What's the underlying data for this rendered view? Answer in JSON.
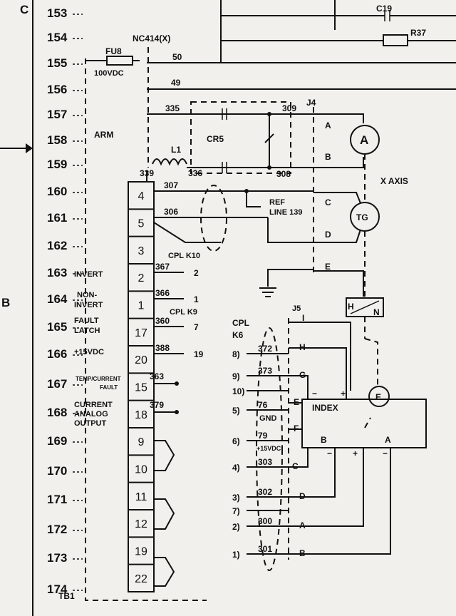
{
  "zone_labels": {
    "top": "C",
    "side": "B"
  },
  "rows": [
    "153",
    "154",
    "155",
    "156",
    "157",
    "158",
    "159",
    "160",
    "161",
    "162",
    "163",
    "164",
    "165",
    "166",
    "167",
    "168",
    "169",
    "170",
    "171",
    "172",
    "173",
    "174"
  ],
  "components": {
    "fuse": "FU8",
    "fuse_rating": "100VDC",
    "connector": "NC414(X)",
    "capacitor": "C19",
    "resistor": "R37",
    "relay": "CR5",
    "inductor": "L1",
    "arm": "ARM",
    "motor": "A",
    "tach": "TG",
    "axis": "X AXIS",
    "j4": "J4",
    "j5": "J5",
    "tb1": "TB1",
    "ref_line": "REF",
    "ref_line2": "LINE 139",
    "index": "INDEX",
    "encoder": "E",
    "index_b": "B",
    "index_a": "A",
    "h_block": "H",
    "n_block": "N",
    "cpl_k10": "CPL K10",
    "cpl_k9": "CPL K9",
    "cpl_k6a": "CPL",
    "cpl_k6b": "K6"
  },
  "wires": {
    "w50": "50",
    "w49": "49",
    "w335": "335",
    "w309": "309",
    "w308": "308",
    "w339": "339",
    "w336": "336",
    "w307": "307",
    "w306": "306",
    "w367": "367",
    "w366": "366",
    "w360": "360",
    "w388": "388",
    "w363": "363",
    "w379": "379",
    "w372": "372",
    "w373": "373",
    "w76": "76",
    "w79": "79",
    "w303": "303",
    "w302": "302",
    "w300": "300",
    "w301": "301",
    "gnd": "GND",
    "v15": "+15VDC"
  },
  "j4_pins": [
    "A",
    "B",
    "C",
    "D",
    "E"
  ],
  "tb1_terminals": [
    "4",
    "5",
    "3",
    "2",
    "1",
    "17",
    "20",
    "15",
    "18",
    "9",
    "10",
    "11",
    "12",
    "19",
    "22"
  ],
  "tb1_labels": {
    "invert": "INVERT",
    "non": "NON-",
    "non2": "INVERT",
    "fault": "FAULT",
    "fault2": "LATCH",
    "v15": "+15VDC",
    "temp": "TEMP/CURRENT",
    "temp2": "FAULT",
    "analog": "CURRENT",
    "analog2": "ANALOG",
    "analog3": "OUTPUT"
  },
  "cpl_pins": {
    "k10_2": "2",
    "k10_1": "1",
    "k9_7": "7",
    "k9_19": "19"
  },
  "j5_left": [
    "8",
    "9",
    "10",
    "5",
    "6",
    "4",
    "3",
    "7",
    "2",
    "1"
  ],
  "j5_right": [
    "I",
    "H",
    "G",
    "E",
    "F",
    "C",
    "D",
    "A",
    "B"
  ],
  "signs": {
    "plus": "+",
    "minus": "−"
  }
}
